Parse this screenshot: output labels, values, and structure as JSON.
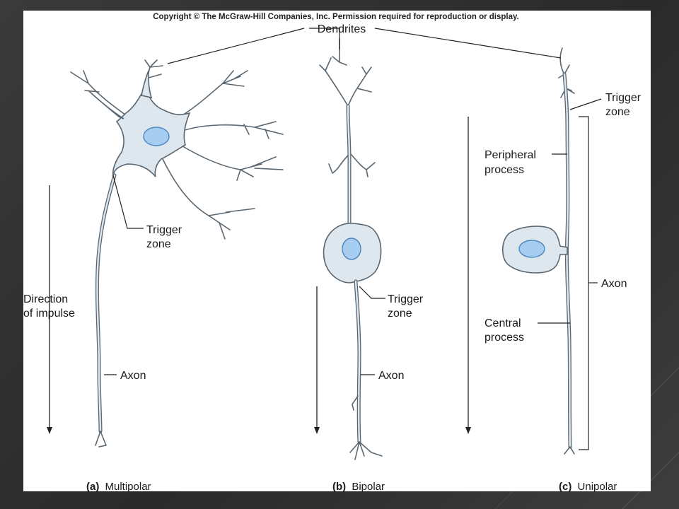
{
  "copyright": "Copyright © The McGraw-Hill Companies, Inc. Permission required for reproduction or display.",
  "labels": {
    "dendrites": "Dendrites",
    "trigger_a_1": "Trigger",
    "trigger_a_2": "zone",
    "direction_1": "Direction",
    "direction_2": "of impulse",
    "axon_a": "Axon",
    "trigger_b_1": "Trigger",
    "trigger_b_2": "zone",
    "axon_b": "Axon",
    "trigger_c_1": "Trigger",
    "trigger_c_2": "zone",
    "peripheral_1": "Peripheral",
    "peripheral_2": "process",
    "axon_c": "Axon",
    "central_1": "Central",
    "central_2": "process"
  },
  "captions": {
    "a_letter": "(a)",
    "a_name": "Multipolar",
    "b_letter": "(b)",
    "b_name": "Bipolar",
    "c_letter": "(c)",
    "c_name": "Unipolar"
  },
  "colors": {
    "cell_fill": "#dfe7ee",
    "outline": "#5a6670",
    "nucleus": "#a7cdf1"
  }
}
